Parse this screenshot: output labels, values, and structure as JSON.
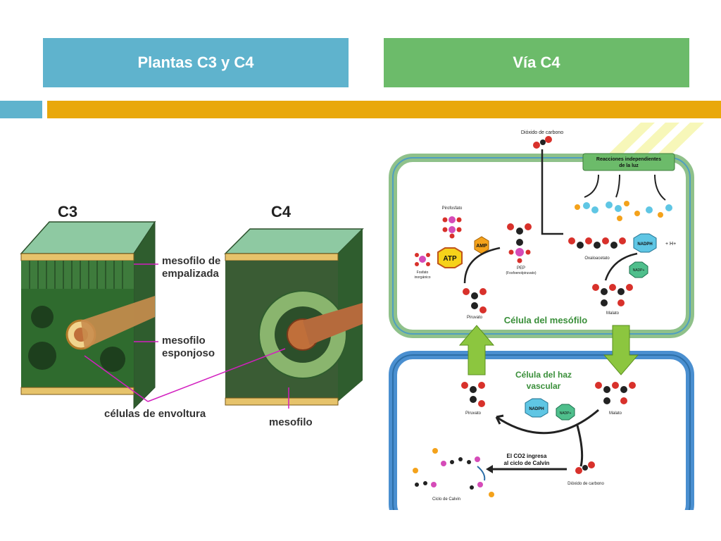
{
  "slide": {
    "left_title": "Plantas C3 y C4",
    "right_title": "Vía C4"
  },
  "leaf_diagram": {
    "label_c3": "C3",
    "label_c4": "C4",
    "label_palisade": "mesofilo de empalizada",
    "label_palisade_l1": "mesofilo de",
    "label_palisade_l2": "empalizada",
    "label_spongy_l1": "mesofilo",
    "label_spongy_l2": "esponjoso",
    "label_bundle_sheath": "células de envoltura",
    "label_mesophyll": "mesofilo"
  },
  "c4_pathway": {
    "co2_top": "Dióxido de carbono",
    "light_independent_l1": "Reacciones independientes",
    "light_independent_l2": "de la luz",
    "pyrophosphate": "Pirofosfato",
    "amp": "AMP",
    "atp": "ATP",
    "inorganic_phosphate_l1": "Fosfato",
    "inorganic_phosphate_l2": "inorgánico",
    "pep_l1": "PEP",
    "pep_l2": "(Fosfoenolpiruvato)",
    "oxaloacetate": "Oxaloacetato",
    "nadph": "NADPH",
    "h_plus": "+ H+",
    "nadp": "NADP+",
    "pyruvate_top": "Piruvato",
    "malate_top": "Malato",
    "mesophyll_cell": "Célula del mesófilo",
    "bundle_cell_l1": "Célula del haz",
    "bundle_cell_l2": "vascular",
    "pyruvate_bottom": "Piruvato",
    "malate_bottom": "Malato",
    "nadph_bottom": "NADPH",
    "nadp_bottom": "NADP+",
    "co2_enters_l1": "El CO2 ingresa",
    "co2_enters_l2": "al ciclo de Calvin",
    "co2_bottom": "Dióxido de carbono",
    "calvin_cycle": "Ciclo de Calvin"
  },
  "colors": {
    "header_blue": "#5fb3cd",
    "header_green": "#6cbb6a",
    "accent_orange": "#e9a80b",
    "leaf_green": "#2f6b2e",
    "label_magenta": "#d21fbf",
    "arrow_green": "#8cc63f"
  }
}
